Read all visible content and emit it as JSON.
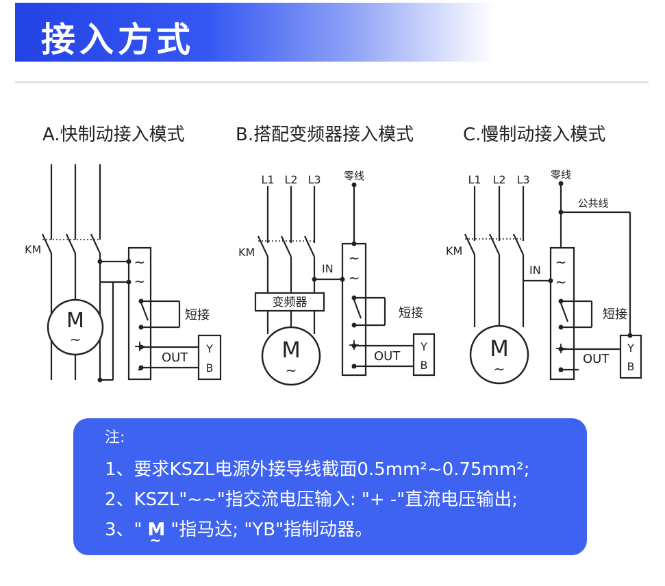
{
  "header": {
    "title": "接入方式"
  },
  "modes": [
    {
      "title": "A.快制动接入模式",
      "lines": [],
      "neutral": "",
      "common": "",
      "contactor": "KM",
      "inverter": "",
      "in_label": "",
      "shorted_label": "短接",
      "out_label": "OUT",
      "motor": "M",
      "tilde": "~",
      "terminal_symbols": [
        "~",
        "~",
        "+",
        "-"
      ],
      "brake": [
        "Y",
        "B"
      ]
    },
    {
      "title": "B.搭配变频器接入模式",
      "lines": [
        "L1",
        "L2",
        "L3"
      ],
      "neutral": "零线",
      "common": "",
      "contactor": "KM",
      "inverter": "变频器",
      "in_label": "IN",
      "shorted_label": "短接",
      "out_label": "OUT",
      "motor": "M",
      "tilde": "~",
      "terminal_symbols": [
        "~",
        "~",
        "+",
        "-"
      ],
      "brake": [
        "Y",
        "B"
      ]
    },
    {
      "title": "C.慢制动接入模式",
      "lines": [
        "L1",
        "L2",
        "L3"
      ],
      "neutral": "零线",
      "common": "公共线",
      "contactor": "KM",
      "inverter": "",
      "in_label": "IN",
      "shorted_label": "短接",
      "out_label": "OUT",
      "motor": "M",
      "tilde": "~",
      "terminal_symbols": [
        "~",
        "~",
        "+",
        "-"
      ],
      "brake": [
        "Y",
        "B"
      ]
    }
  ],
  "note": {
    "title": "注:",
    "line1": "1、要求KSZL电源外接导线截面0.5mm²~0.75mm²;",
    "line2": "2、KSZL\"~~\"指交流电压输入: \"+ -\"直流电压输出;",
    "line3_prefix": "3、\"",
    "line3_motor": "M",
    "line3_tilde": "~",
    "line3_suffix": "\"指马达; \"YB\"指制动器。"
  }
}
